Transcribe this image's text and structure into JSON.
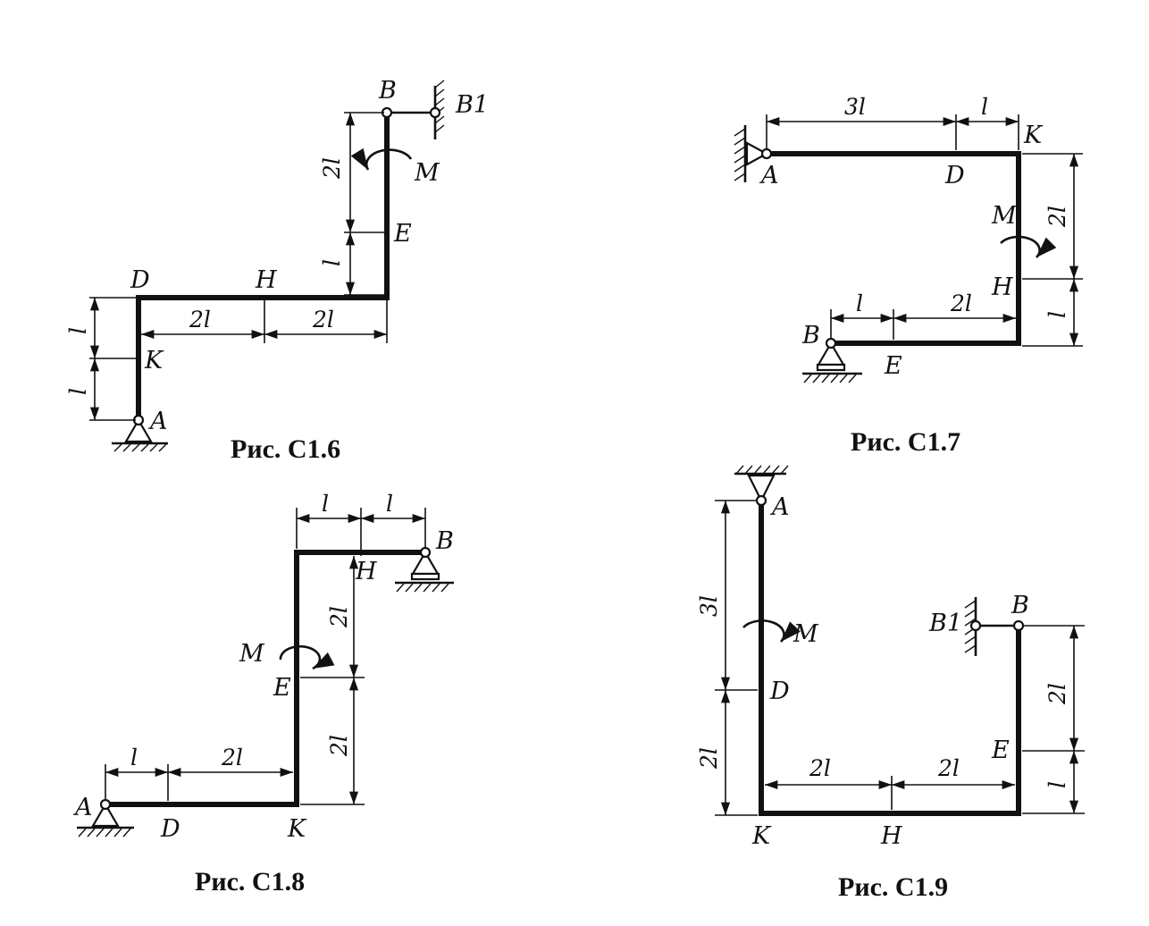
{
  "figures": [
    {
      "id": "c1_6",
      "caption": "Рис. С1.6",
      "points": [
        "A",
        "B",
        "B1",
        "D",
        "E",
        "H",
        "K"
      ],
      "moment": "M",
      "dims": [
        "2l",
        "l",
        "l",
        "l",
        "2l",
        "2l"
      ]
    },
    {
      "id": "c1_7",
      "caption": "Рис. С1.7",
      "points": [
        "A",
        "D",
        "K",
        "H",
        "B",
        "E"
      ],
      "moment": "M",
      "dims": [
        "3l",
        "l",
        "2l",
        "l",
        "l",
        "2l"
      ]
    },
    {
      "id": "c1_8",
      "caption": "Рис. С1.8",
      "points": [
        "A",
        "D",
        "K",
        "E",
        "H",
        "B"
      ],
      "moment": "M",
      "dims": [
        "l",
        "l",
        "2l",
        "2l",
        "l",
        "2l"
      ]
    },
    {
      "id": "c1_9",
      "caption": "Рис. С1.9",
      "points": [
        "A",
        "D",
        "K",
        "H",
        "E",
        "B",
        "B1"
      ],
      "moment": "M",
      "dims": [
        "3l",
        "2l",
        "2l",
        "2l",
        "2l",
        "l"
      ]
    }
  ]
}
